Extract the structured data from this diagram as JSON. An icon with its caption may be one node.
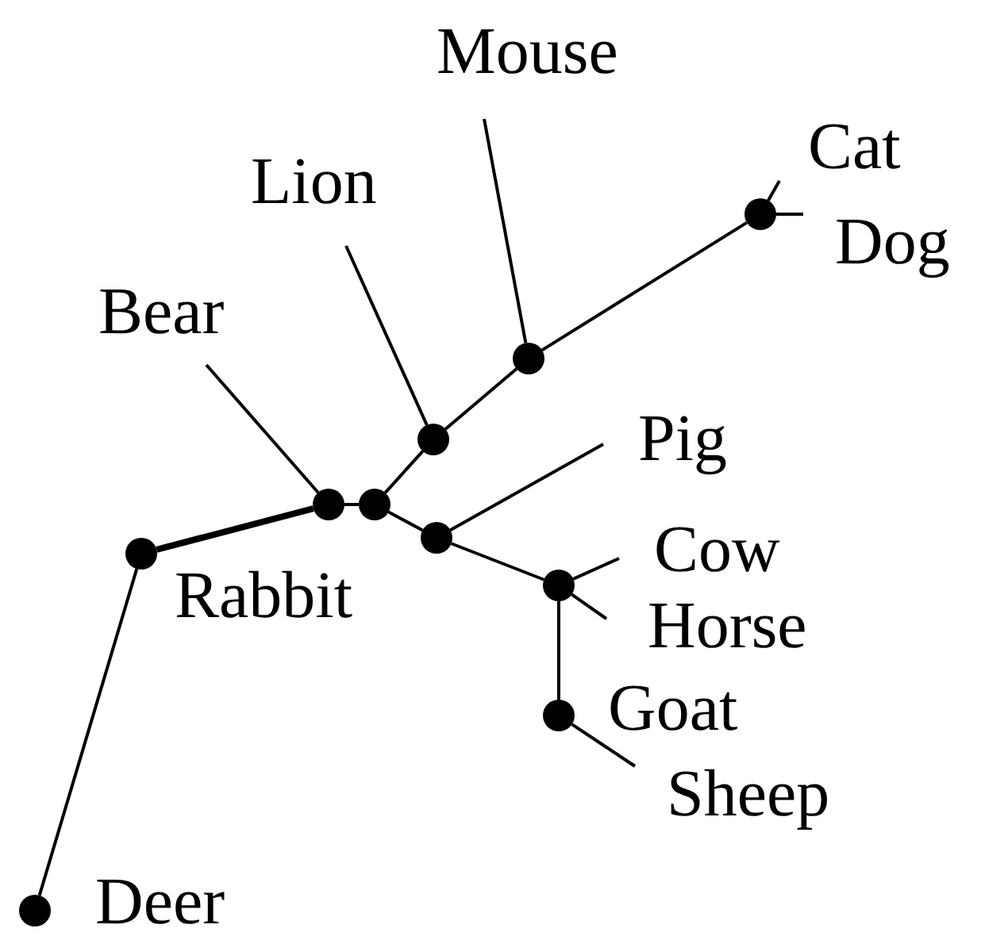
{
  "diagram": {
    "nodes": [
      {
        "text": [
          "Mouse"
        ]
      },
      {
        "text": [
          "Cat"
        ]
      },
      {
        "text": [
          "Dog"
        ]
      },
      {
        "text": [
          "Lion"
        ]
      },
      {
        "text": [
          "Bear"
        ]
      },
      {
        "text": [
          "Pig"
        ]
      },
      {
        "text": [
          "Cow"
        ]
      },
      {
        "text": [
          "Horse"
        ]
      },
      {
        "text": [
          "Sheep"
        ]
      },
      {
        "text": [],
        "shape": "circle",
        "beside": [
          "Deer"
        ]
      },
      {
        "text": [],
        "shape": "circle"
      },
      {
        "text": [],
        "shape": "circle"
      },
      {
        "text": [],
        "shape": "circle"
      },
      {
        "text": [],
        "shape": "circle"
      },
      {
        "text": [],
        "shape": "circle"
      },
      {
        "text": [],
        "shape": "circle"
      },
      {
        "text": [],
        "shape": "circle"
      },
      {
        "text": [],
        "shape": "circle",
        "beside": [
          "Goat"
        ]
      },
      {
        "text": [],
        "shape": "circle"
      }
    ],
    "edges": [
      {
        "from": 9,
        "to": 10,
        "arrow": "none"
      },
      {
        "from": 10,
        "to": 11,
        "arrow": "none",
        "style": "thick"
      },
      {
        "from": 11,
        "to": 12,
        "arrow": "none"
      },
      {
        "from": 11,
        "to": 4,
        "arrow": "none"
      },
      {
        "from": 12,
        "to": 13,
        "arrow": "none"
      },
      {
        "from": 12,
        "to": 14,
        "arrow": "none"
      },
      {
        "from": 13,
        "to": 3,
        "arrow": "none"
      },
      {
        "from": 13,
        "to": 15,
        "arrow": "none"
      },
      {
        "from": 15,
        "to": 0,
        "arrow": "none"
      },
      {
        "from": 15,
        "to": 18,
        "arrow": "none"
      },
      {
        "from": 18,
        "to": 1,
        "arrow": "none"
      },
      {
        "from": 18,
        "to": 2,
        "arrow": "none"
      },
      {
        "from": 14,
        "to": 5,
        "arrow": "none"
      },
      {
        "from": 14,
        "to": 16,
        "arrow": "none"
      },
      {
        "from": 16,
        "to": 6,
        "arrow": "none"
      },
      {
        "from": 16,
        "to": 7,
        "arrow": "none"
      },
      {
        "from": 16,
        "to": 17,
        "arrow": "none"
      },
      {
        "from": 17,
        "to": 8,
        "arrow": "none"
      }
    ],
    "labels": [
      "Rabbit"
    ]
  }
}
